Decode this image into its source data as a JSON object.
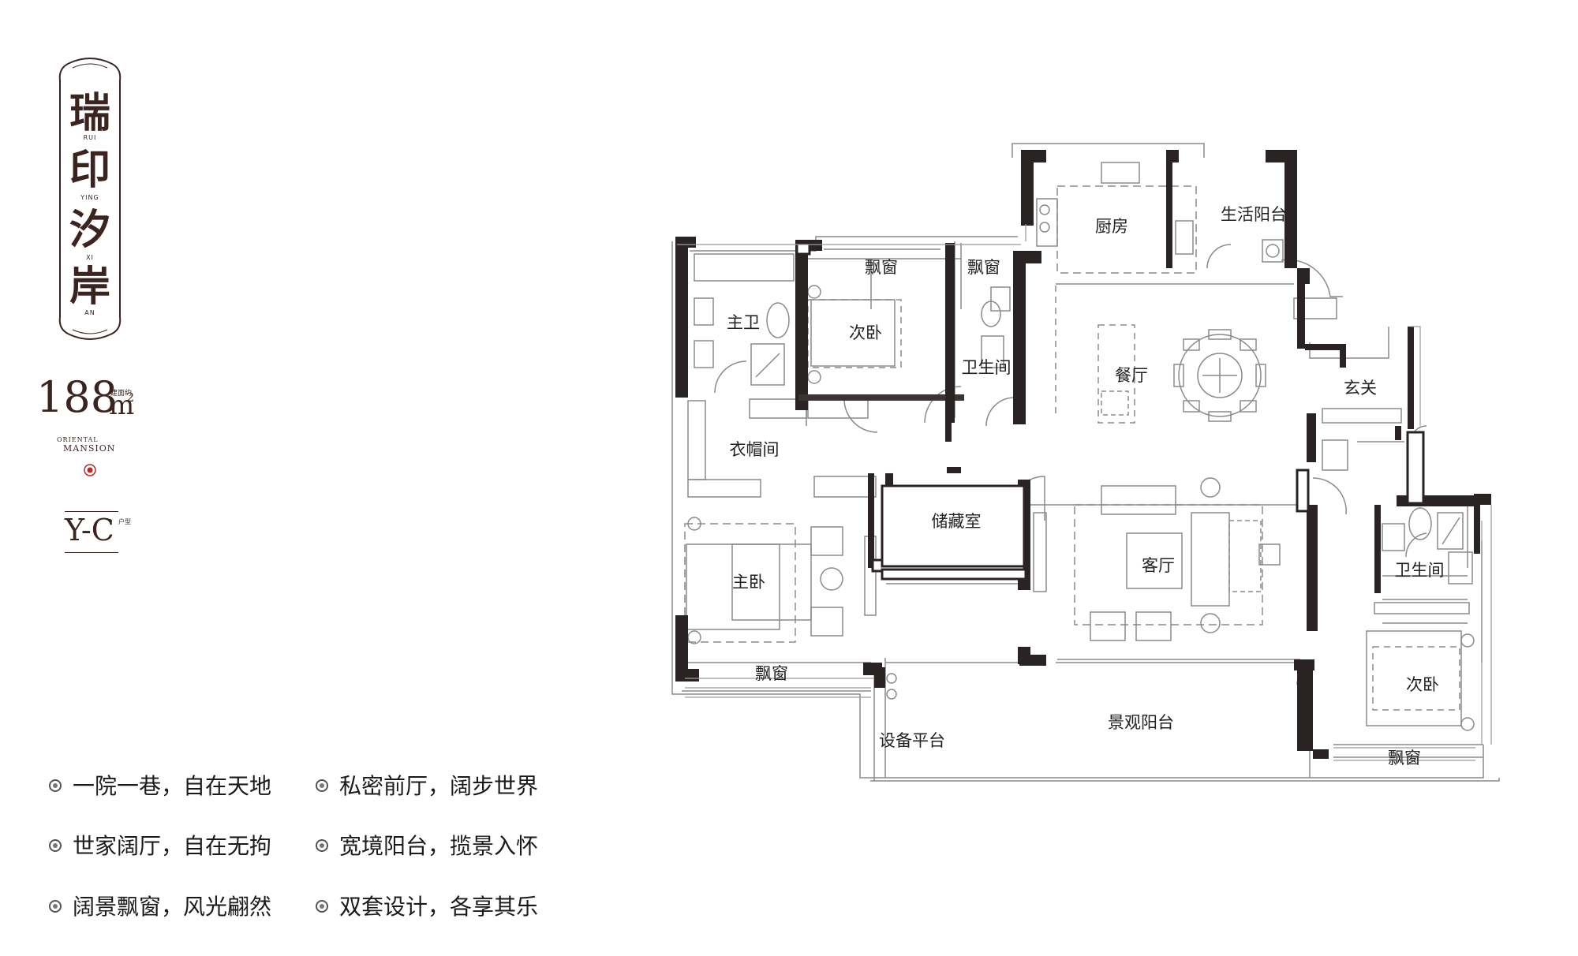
{
  "project": {
    "title_chars": [
      {
        "char": "瑞",
        "pinyin": "RUI"
      },
      {
        "char": "印",
        "pinyin": "YING"
      },
      {
        "char": "汐",
        "pinyin": "XI"
      },
      {
        "char": "岸",
        "pinyin": "AN"
      }
    ],
    "area_value": "188",
    "area_unit": "m",
    "area_sup": "2",
    "area_note": "建面约",
    "brand_line1": "ORIENTAL",
    "brand_line2": "MANSION",
    "unit_type": "Y-C",
    "unit_type_note": "户型"
  },
  "features": [
    "一院一巷，自在天地",
    "私密前厅，阔步世界",
    "世家阔厅，自在无拘",
    "宽境阳台，揽景入怀",
    "阔景飘窗，风光翩然",
    "双套设计，各享其乐"
  ],
  "rooms": {
    "kitchen": "厨房",
    "service_balcony": "生活阳台",
    "bay_window_1": "飘窗",
    "bay_window_2": "飘窗",
    "master_bath": "主卫",
    "second_bedroom_1": "次卧",
    "bathroom_1": "卫生间",
    "dining": "餐厅",
    "foyer": "玄关",
    "walk_in_closet": "衣帽间",
    "storage": "储藏室",
    "living": "客厅",
    "bathroom_2": "卫生间",
    "master_bedroom": "主卧",
    "second_bedroom_2": "次卧",
    "bay_window_3": "飘窗",
    "landscape_balcony": "景观阳台",
    "equipment_platform": "设备平台",
    "bay_window_4": "飘窗"
  },
  "colors": {
    "wall": "#2a2324",
    "brand": "#3b2420",
    "line": "#8a8a8a",
    "accent_seal": "#b5292b"
  }
}
